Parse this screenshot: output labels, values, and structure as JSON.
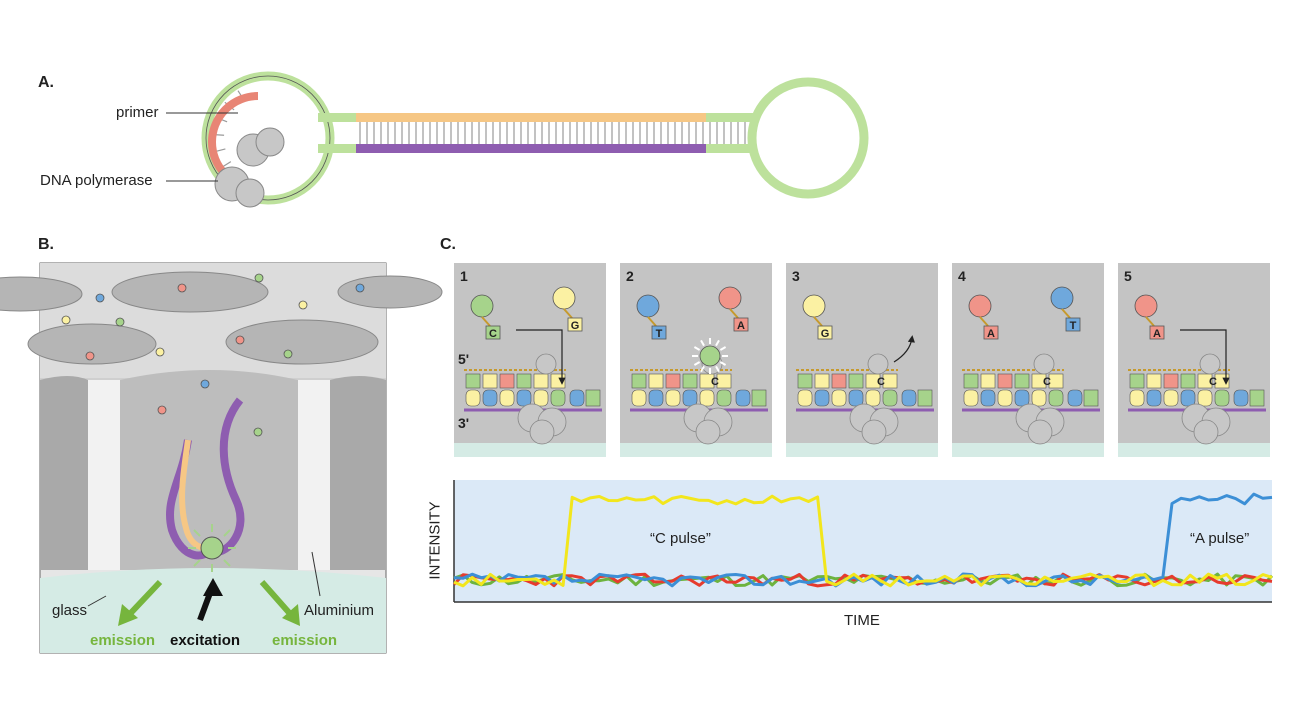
{
  "section_a": {
    "label": "A.",
    "labels": {
      "primer": "primer",
      "polymerase": "DNA polymerase"
    }
  },
  "section_b": {
    "label": "B.",
    "labels": {
      "glass": "glass",
      "aluminium": "Aluminium",
      "emission": "emission",
      "excitation": "excitation"
    },
    "colors": {
      "emission": "#76b53d",
      "excitation": "#111111"
    }
  },
  "section_c": {
    "label": "C.",
    "steps": [
      "1",
      "2",
      "3",
      "4",
      "5"
    ],
    "strand_labels": {
      "five_prime": "5'",
      "three_prime": "3'"
    },
    "nucleotide_letters": {
      "step1": [
        "C",
        "G"
      ],
      "step2": [
        "T",
        "A"
      ],
      "step3": [
        "G"
      ],
      "step4": [
        "A",
        "T"
      ],
      "step5": [
        "A"
      ]
    },
    "incorporated_base": "C",
    "trace": {
      "ylabel": "INTENSITY",
      "xlabel": "TIME",
      "annotations": [
        "“C pulse”",
        "“A pulse”"
      ],
      "series_colors": {
        "yellow": "#f2e61d",
        "blue": "#3c8fd6",
        "red": "#e63b2e",
        "green": "#6db33f"
      }
    }
  },
  "colors": {
    "template": "#8e5db0",
    "primer": "#e88575",
    "newstrand": "#f6c785",
    "hairpin": "#bde19c",
    "polymerase": "#c7c7c7",
    "nuc_green": "#a6d38b",
    "nuc_yellow": "#fbf1a3",
    "nuc_red": "#f09489",
    "nuc_blue": "#6fa8dc",
    "panel_bg": "#c4c4c4",
    "trace_bg": "#dbe9f7",
    "glass": "#d5ebe5"
  }
}
